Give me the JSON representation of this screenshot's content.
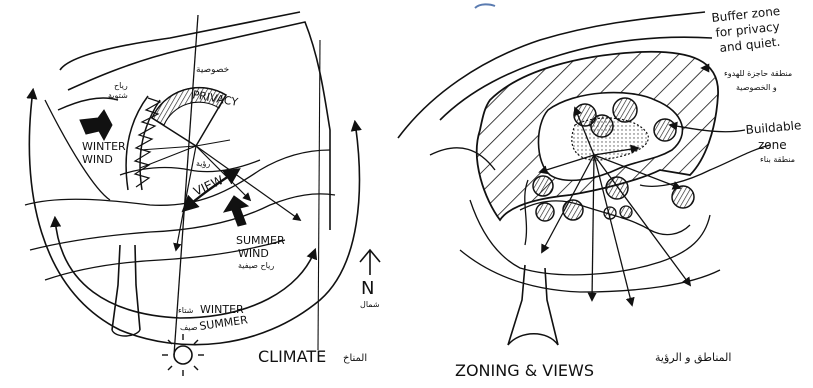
{
  "left_panel": {
    "title": "CLIMATE",
    "title_ar": "المناخ",
    "privacy": "PRIVACY",
    "privacy_ar": "خصوصية",
    "winter_wind_1": "WINTER",
    "winter_wind_2": "WIND",
    "winter_wind_ar_1": "رياح",
    "winter_wind_ar_2": "شتوية",
    "view": "VIEW",
    "view_ar": "رؤية",
    "summer_wind_1": "SUMMER",
    "summer_wind_2": "WIND",
    "summer_wind_ar": "رياح صيفية",
    "winter": "WINTER",
    "winter_ar": "شتاء",
    "summer": "SUMMER",
    "summer_ar": "صيف",
    "north": "N",
    "north_ar": "شمال"
  },
  "right_panel": {
    "title": "ZONING & VIEWS",
    "title_ar": "المناطق و الرؤية",
    "buffer_1": "Buffer zone",
    "buffer_2": "for privacy",
    "buffer_3": "and quiet.",
    "buffer_ar_1": "منطقة حاجزة للهدوء",
    "buffer_ar_2": "و الخصوصية",
    "buildable_1": "Buildable",
    "buildable_2": "zone",
    "buildable_ar": "منطقة بناء"
  }
}
